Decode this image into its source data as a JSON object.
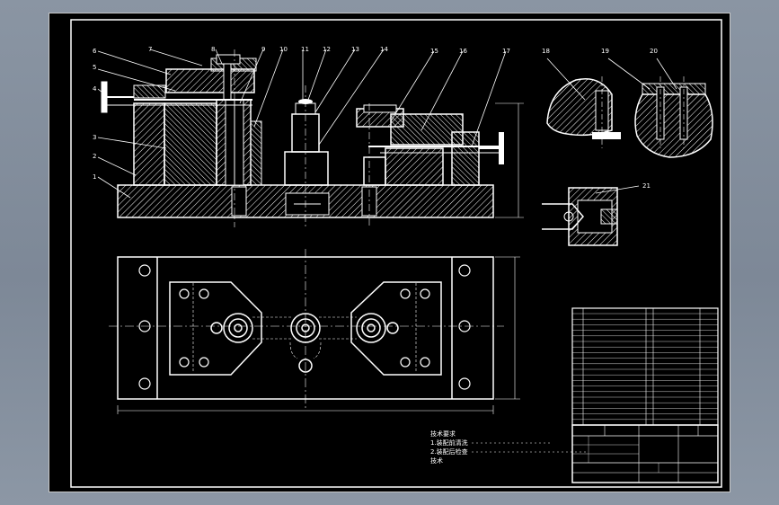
{
  "drawing": {
    "part_callouts": [
      "1",
      "2",
      "3",
      "4",
      "5",
      "6",
      "7",
      "8",
      "9",
      "10",
      "11",
      "12",
      "13",
      "14",
      "15",
      "16",
      "17",
      "18",
      "19",
      "20",
      "21"
    ],
    "notes": {
      "heading": "技术要求",
      "line1": "1.装配前清洗",
      "line2": "2.装配后检查",
      "line3": "技术"
    }
  },
  "colors": {
    "background": "#000000",
    "lines": "#ffffff",
    "hatch": "#ffffff",
    "border": "#ffffff"
  }
}
